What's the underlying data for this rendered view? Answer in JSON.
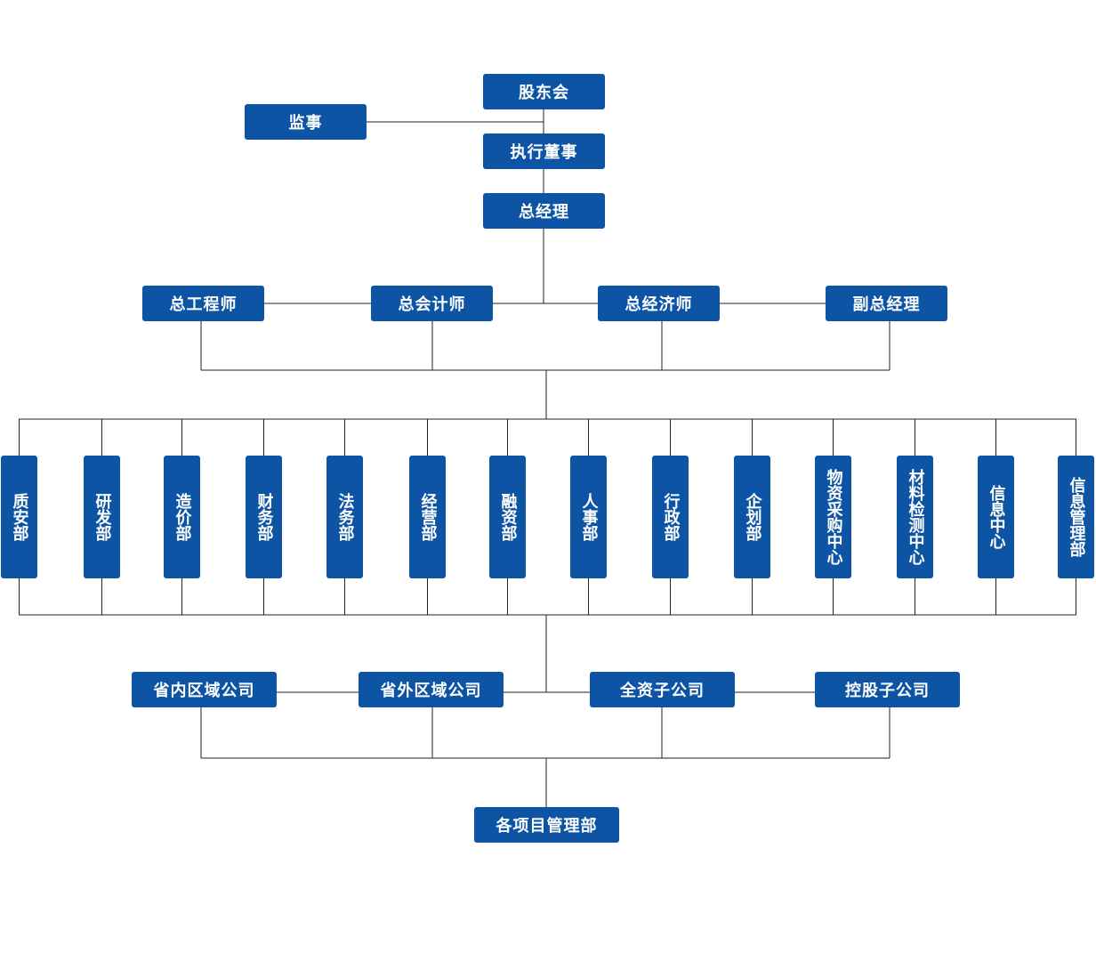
{
  "colors": {
    "box": "#0d54a5",
    "line": "#222222",
    "text": "#ffffff"
  },
  "top": {
    "shareholders": "股东会",
    "supervisor": "监事",
    "executive_director": "执行董事",
    "general_manager": "总经理"
  },
  "deputies": [
    "总工程师",
    "总会计师",
    "总经济师",
    "副总经理"
  ],
  "departments": [
    "质安部",
    "研发部",
    "造价部",
    "财务部",
    "法务部",
    "经营部",
    "融资部",
    "人事部",
    "行政部",
    "企划部",
    "物资采购中心",
    "材料检测中心",
    "信息中心",
    "信息管理部"
  ],
  "companies": [
    "省内区域公司",
    "省外区域公司",
    "全资子公司",
    "控股子公司"
  ],
  "projects": "各项目管理部"
}
